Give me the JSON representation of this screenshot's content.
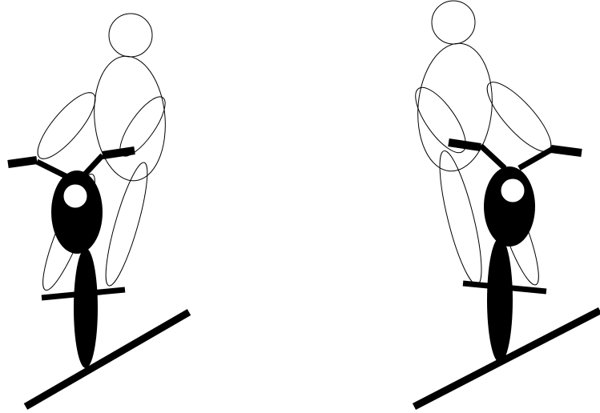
{
  "figure": {
    "panels": [
      {
        "id": "left",
        "subject": "rider-on-bicycle",
        "lean": "rider-leaning-right",
        "slope": "ground-rising-right"
      },
      {
        "id": "right",
        "subject": "rider-on-bicycle",
        "lean": "rider-leaning-left",
        "slope": "ground-rising-right"
      }
    ],
    "colors": {
      "ink": "#000000",
      "background": "#ffffff"
    }
  }
}
